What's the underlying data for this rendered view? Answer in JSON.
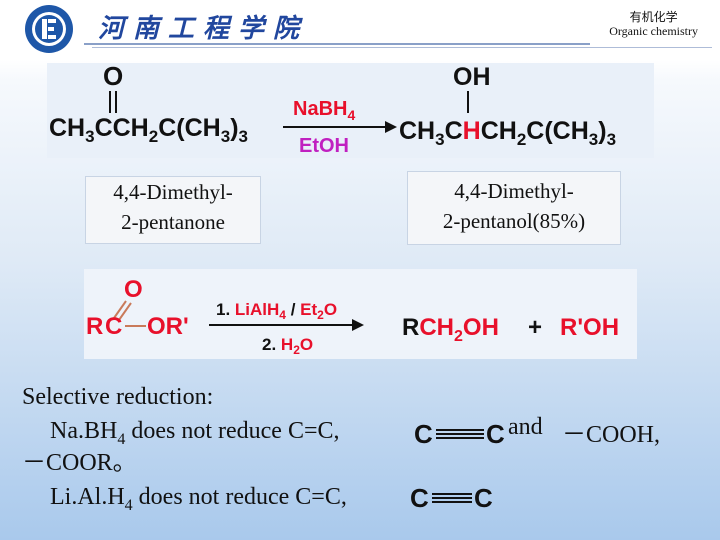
{
  "header": {
    "school_name": "河南工程学院",
    "course_cn": "有机化学",
    "course_en": "Organic chemistry"
  },
  "reaction1": {
    "reactant_o": "O",
    "reactant_chain": [
      "CH",
      "3",
      "CCH",
      "2",
      "C(CH",
      "3",
      ")",
      "3"
    ],
    "reagent_top": "NaBH",
    "reagent_top_sub": "4",
    "reagent_bottom": "EtOH",
    "product_oh": "OH",
    "product_chain_pre": "CH",
    "product_sub1": "3",
    "product_c": "C",
    "product_h": "H",
    "product_chain_mid": "CH",
    "product_sub2": "2",
    "product_chain_end": "C(CH",
    "product_sub3": "3",
    "product_sub4": "3",
    "reactant_name_line1": "4,4-Dimethyl-",
    "reactant_name_line2": "2-pentanone",
    "product_name_line1": "4,4-Dimethyl-",
    "product_name_line2": "2-pentanol(85%)"
  },
  "reaction2": {
    "o": "O",
    "r": "R",
    "c": "C",
    "or_group": "OR'",
    "step1_prefix": "1. ",
    "step1_reagent": "LiAlH",
    "step1_sub": "4",
    "step1_slash": " / ",
    "step1_solvent": "Et",
    "step1_solvent_sub": "2",
    "step1_solvent_end": "O",
    "step2_prefix": "2. ",
    "step2_h": "H",
    "step2_sub": "2",
    "step2_o": "O",
    "product_r": "R",
    "product_ch": "CH",
    "product_sub": "2",
    "product_oh": "OH",
    "plus": "+",
    "product2": "R'OH"
  },
  "notes": {
    "heading": "Selective reduction:",
    "line1_a": "Na.BH",
    "line1_sub": "4",
    "line1_b": " does not reduce C=C,",
    "line1_c1": "C",
    "line1_c2": "C",
    "line1_and": "and",
    "line1_cooh": "－COOH,",
    "line2": "－COOR。",
    "line3_a": "Li.Al.H",
    "line3_sub": "4",
    "line3_b": " does not reduce C=C,",
    "line3_c1": "C",
    "line3_c2": "C"
  },
  "colors": {
    "accent_red": "#e8102b",
    "reagent_purple": "#c020c0",
    "school_blue": "#21479e"
  }
}
